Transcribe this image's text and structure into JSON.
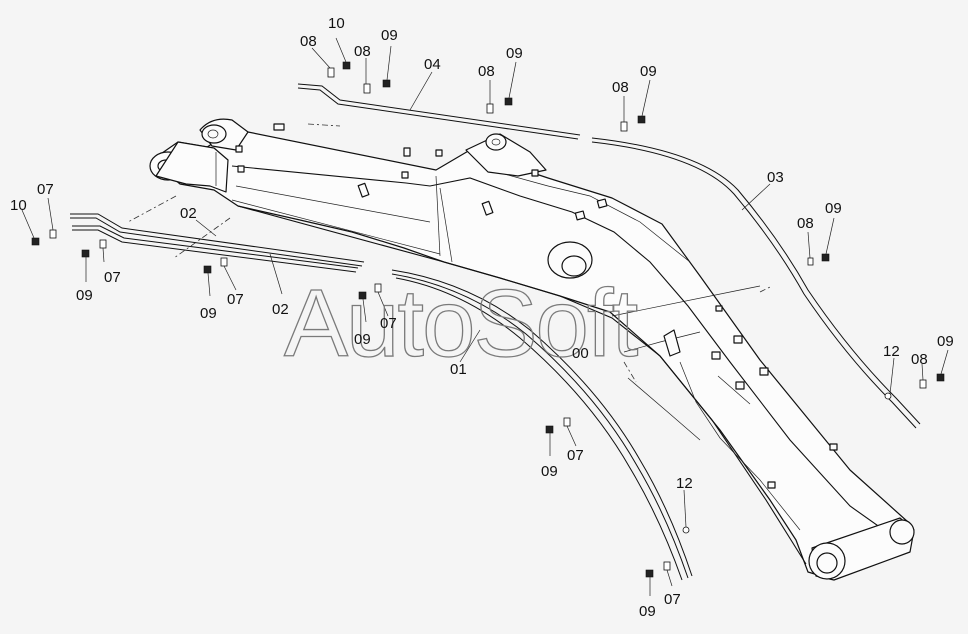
{
  "watermark": "AutoSoft",
  "labels": [
    {
      "id": "l-10a",
      "text": "10"
    },
    {
      "id": "l-08a",
      "text": "08"
    },
    {
      "id": "l-08b",
      "text": "08"
    },
    {
      "id": "l-09a",
      "text": "09"
    },
    {
      "id": "l-04",
      "text": "04"
    },
    {
      "id": "l-08c",
      "text": "08"
    },
    {
      "id": "l-09b",
      "text": "09"
    },
    {
      "id": "l-08d",
      "text": "08"
    },
    {
      "id": "l-09c",
      "text": "09"
    },
    {
      "id": "l-03",
      "text": "03"
    },
    {
      "id": "l-08e",
      "text": "08"
    },
    {
      "id": "l-09d",
      "text": "09"
    },
    {
      "id": "l-10b",
      "text": "10"
    },
    {
      "id": "l-07a",
      "text": "07"
    },
    {
      "id": "l-02a",
      "text": "02"
    },
    {
      "id": "l-07b",
      "text": "07"
    },
    {
      "id": "l-09e",
      "text": "09"
    },
    {
      "id": "l-09f",
      "text": "09"
    },
    {
      "id": "l-07c",
      "text": "07"
    },
    {
      "id": "l-02b",
      "text": "02"
    },
    {
      "id": "l-07d",
      "text": "07"
    },
    {
      "id": "l-09g",
      "text": "09"
    },
    {
      "id": "l-00",
      "text": "00"
    },
    {
      "id": "l-01",
      "text": "01"
    },
    {
      "id": "l-12a",
      "text": "12"
    },
    {
      "id": "l-08f",
      "text": "08"
    },
    {
      "id": "l-09h",
      "text": "09"
    },
    {
      "id": "l-09i",
      "text": "09"
    },
    {
      "id": "l-07e",
      "text": "07"
    },
    {
      "id": "l-12b",
      "text": "12"
    },
    {
      "id": "l-09j",
      "text": "09"
    },
    {
      "id": "l-07f",
      "text": "07"
    }
  ]
}
